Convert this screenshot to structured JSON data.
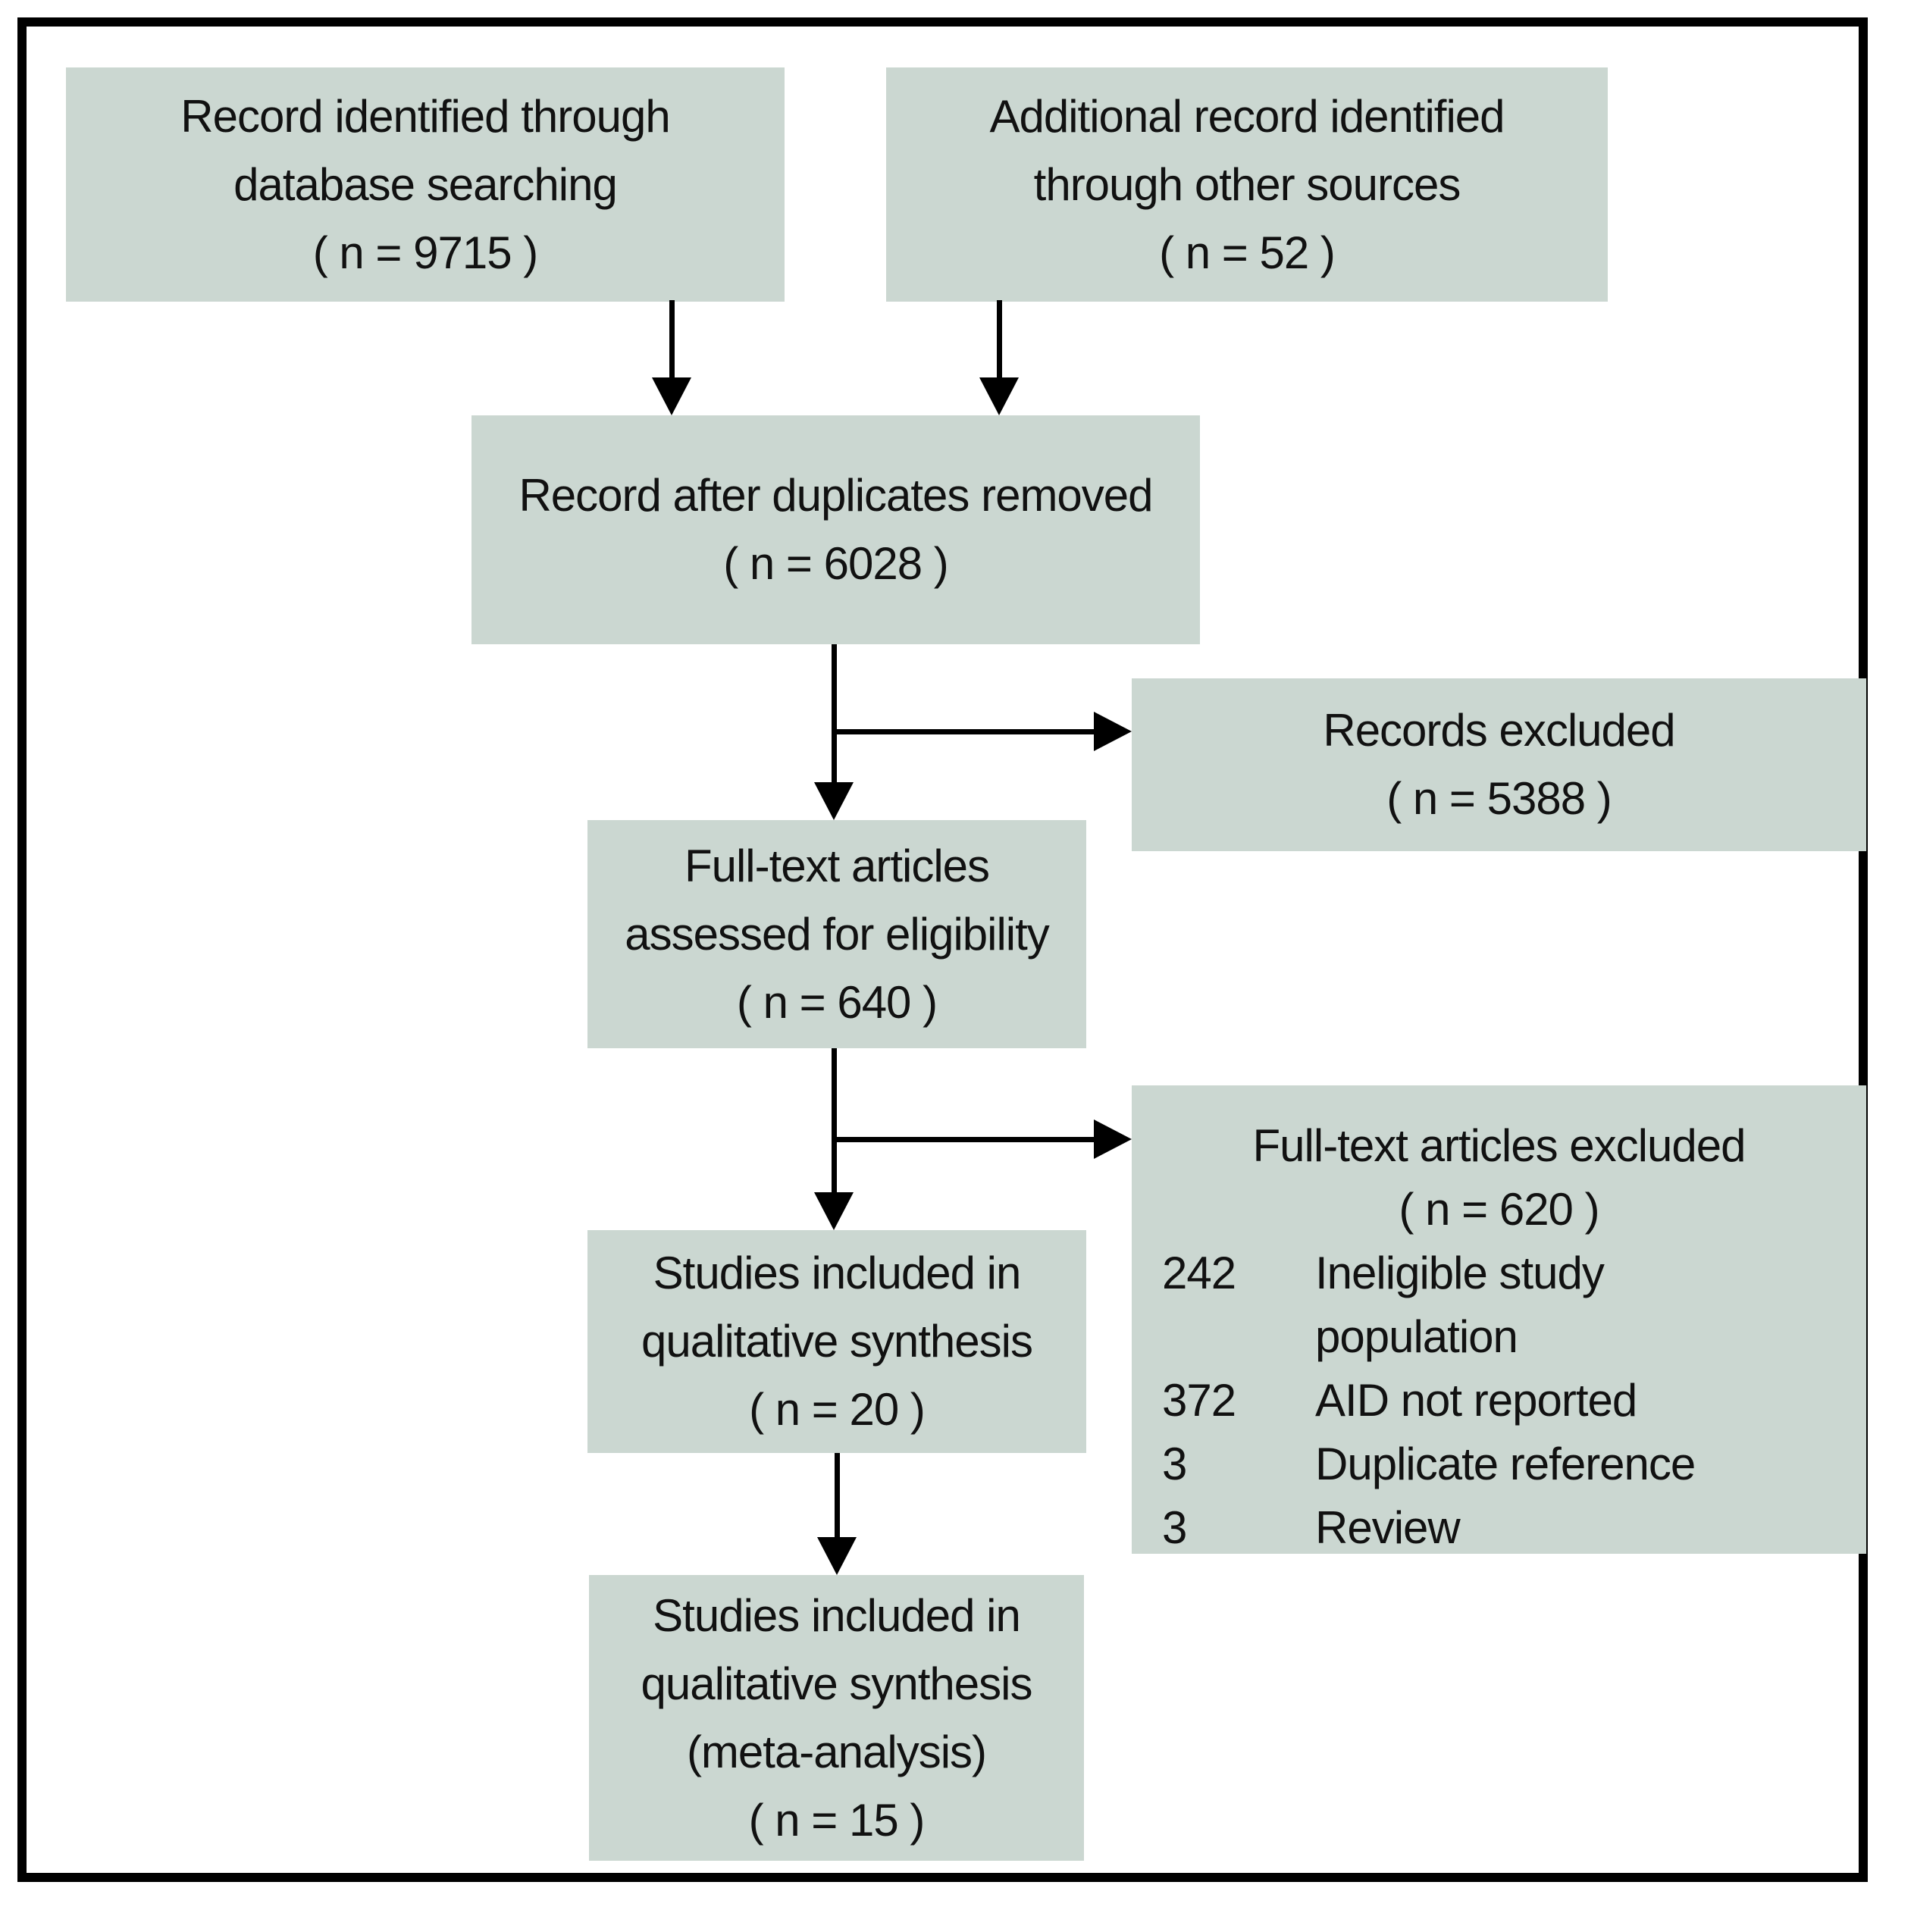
{
  "colors": {
    "box_fill": "#cbd7d1",
    "frame_border": "#000000",
    "canvas_bg": "#ffffff",
    "text": "#111111",
    "arrow": "#000000"
  },
  "boxes": {
    "db_search": {
      "n": 9715,
      "lines": [
        "Record identified through",
        "database searching",
        "( n = 9715 )"
      ]
    },
    "other_sources": {
      "n": 52,
      "lines": [
        "Additional record identified",
        "through other sources",
        "( n = 52 )"
      ]
    },
    "dedup": {
      "n": 6028,
      "lines": [
        "Record after duplicates removed",
        "( n = 6028 )"
      ]
    },
    "records_excluded": {
      "n": 5388,
      "lines": [
        "Records excluded",
        "( n = 5388 )"
      ]
    },
    "fulltext_assessed": {
      "n": 640,
      "lines": [
        "Full-text articles",
        "assessed for eligibility",
        "( n = 640 )"
      ]
    },
    "fulltext_excluded": {
      "n": 620,
      "title_lines": [
        "Full-text articles excluded",
        "( n = 620 )"
      ],
      "reasons": [
        {
          "count": "242",
          "label": "Ineligible study population"
        },
        {
          "count": "372",
          "label": "AID not reported"
        },
        {
          "count": "3",
          "label": "Duplicate reference"
        },
        {
          "count": "3",
          "label": "Review"
        }
      ]
    },
    "qualitative_synthesis": {
      "n": 20,
      "lines": [
        "Studies included in",
        "qualitative synthesis",
        "( n = 20 )"
      ]
    },
    "meta_analysis": {
      "n": 15,
      "lines": [
        "Studies included in",
        "qualitative synthesis",
        "(meta-analysis)",
        "( n = 15 )"
      ]
    }
  }
}
